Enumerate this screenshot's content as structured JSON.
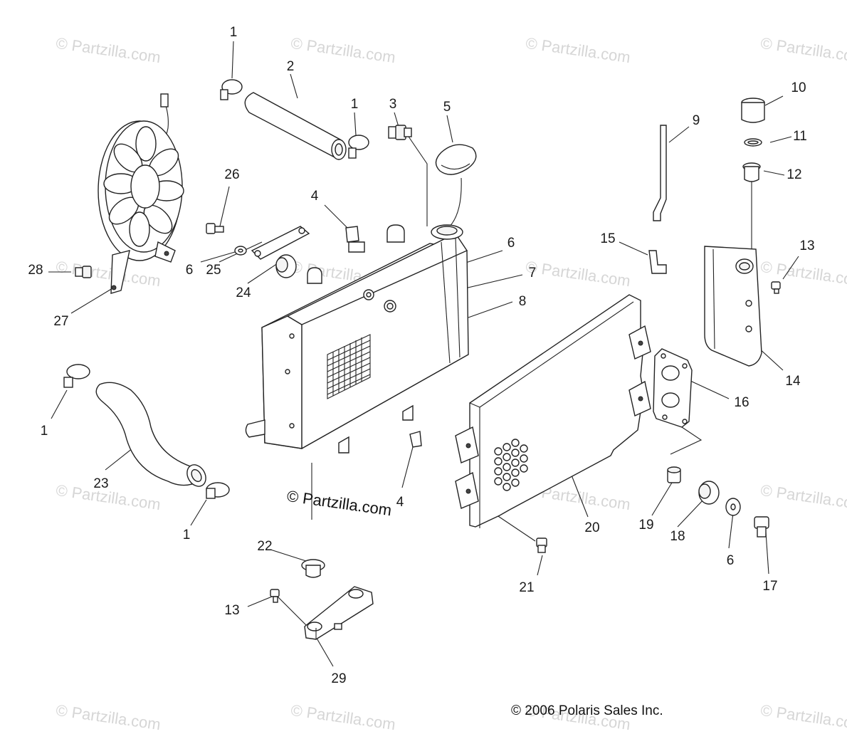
{
  "watermark_text": "© Partzilla.com",
  "copyright_main": "© Partzilla.com",
  "copyright_polaris": "© 2006 Polaris Sales Inc.",
  "callouts": [
    "1",
    "2",
    "1",
    "3",
    "5",
    "4",
    "6",
    "7",
    "8",
    "9",
    "10",
    "11",
    "12",
    "15",
    "13",
    "14",
    "16",
    "26",
    "6",
    "25",
    "24",
    "28",
    "27",
    "1",
    "23",
    "1",
    "4",
    "22",
    "13",
    "29",
    "20",
    "19",
    "18",
    "6",
    "17",
    "21"
  ]
}
